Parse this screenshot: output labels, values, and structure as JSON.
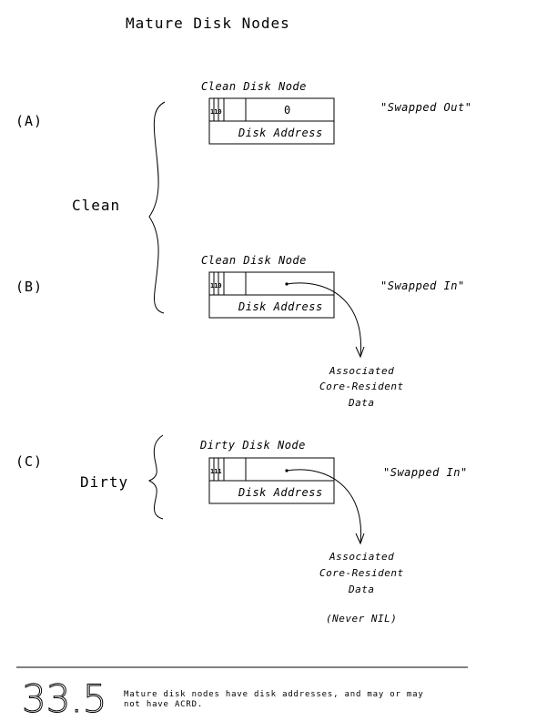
{
  "title": "Mature Disk Nodes",
  "labels": {
    "a": "(A)",
    "b": "(B)",
    "c": "(C)",
    "clean": "Clean",
    "dirty": "Dirty"
  },
  "nodes": [
    {
      "id": "a",
      "title": "Clean Disk Node",
      "bits": "110",
      "pointer": "0",
      "address": "Disk Address",
      "state": "\"Swapped Out\""
    },
    {
      "id": "b",
      "title": "Clean Disk Node",
      "bits": "110",
      "pointer": "",
      "address": "Disk Address",
      "state": "\"Swapped In\""
    },
    {
      "id": "c",
      "title": "Dirty Disk Node",
      "bits": "111",
      "pointer": "",
      "address": "Disk Address",
      "state": "\"Swapped In\""
    }
  ],
  "associated_b": [
    "Associated",
    "Core-Resident",
    "Data"
  ],
  "associated_c": [
    "Associated",
    "Core-Resident",
    "Data"
  ],
  "never_nil": "(Never NIL)",
  "figure": {
    "number": "33.5",
    "caption_line1": "Mature disk nodes have disk addresses, and may or may",
    "caption_line2": "not have ACRD."
  }
}
